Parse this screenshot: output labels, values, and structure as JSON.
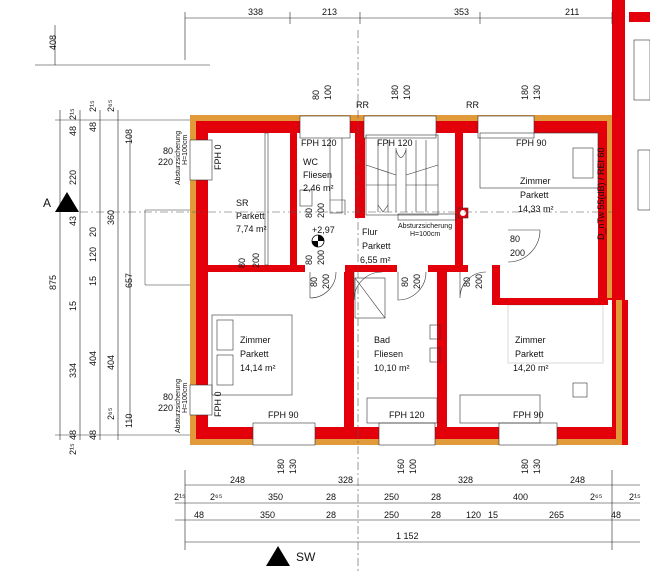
{
  "top_dims": [
    "338",
    "213",
    "353",
    "211"
  ],
  "left_dim_408": "408",
  "left_col1": [
    "2¹⁵",
    "48",
    "220",
    "43",
    "875",
    "15",
    "334",
    "48",
    "2¹⁵"
  ],
  "left_col2": [
    "48",
    "20",
    "120",
    "15",
    "404",
    "48"
  ],
  "left_col3": [
    "2⁶⁵",
    "108",
    "360",
    "657",
    "404",
    "2⁶⁵",
    "110"
  ],
  "left_col4": [
    "2¹⁵"
  ],
  "small_80": "80",
  "small_220": "220",
  "sill_rr": "RR",
  "sill_80": "80",
  "sill_100": "100",
  "sill_180": "180",
  "sill_130": "130",
  "sill_160": "160",
  "fph_120": "FPH 120",
  "fph_90": "FPH 90",
  "fph_0": "FPH 0",
  "absturz_side": "Absturzsicherung",
  "absturz_h": "H=100cm",
  "absturz_flur": "Absturzsicherung",
  "absturz_flur_h": "H=100cm",
  "rooms": {
    "wc": [
      "WC",
      "Fliesen",
      "2,46 m²"
    ],
    "sr": [
      "SR",
      "Parkett",
      "7,74 m²"
    ],
    "flur": [
      "Flur",
      "Parkett",
      "6,55 m²"
    ],
    "zimmer_tr": [
      "Zimmer",
      "Parkett",
      "14,33 m²"
    ],
    "zimmer_l": [
      "Zimmer",
      "Parkett",
      "14,14 m²"
    ],
    "bad": [
      "Bad",
      "Fliesen",
      "10,10 m²"
    ],
    "zimmer_r": [
      "Zimmer",
      "Parkett",
      "14,20 m²"
    ]
  },
  "level": "+2,97",
  "door_80": "80",
  "door_200": "200",
  "wall_label": "D_nTw 55(dB) / REI 60",
  "section_a": "A",
  "north_label": "SW",
  "bottom_row1": [
    "248",
    "328",
    "328",
    "248"
  ],
  "bottom_row2": [
    "2¹⁵",
    "2⁶⁵",
    "350",
    "28",
    "250",
    "28",
    "400",
    "2⁶⁵",
    "2¹⁵"
  ],
  "bottom_row3": [
    "48",
    "350",
    "28",
    "250",
    "28",
    "120",
    "15",
    "265",
    "48"
  ],
  "bottom_total": "1 152",
  "colors": {
    "wall": "#e3000b",
    "insulation": "#e09a3a",
    "line": "#111111"
  }
}
